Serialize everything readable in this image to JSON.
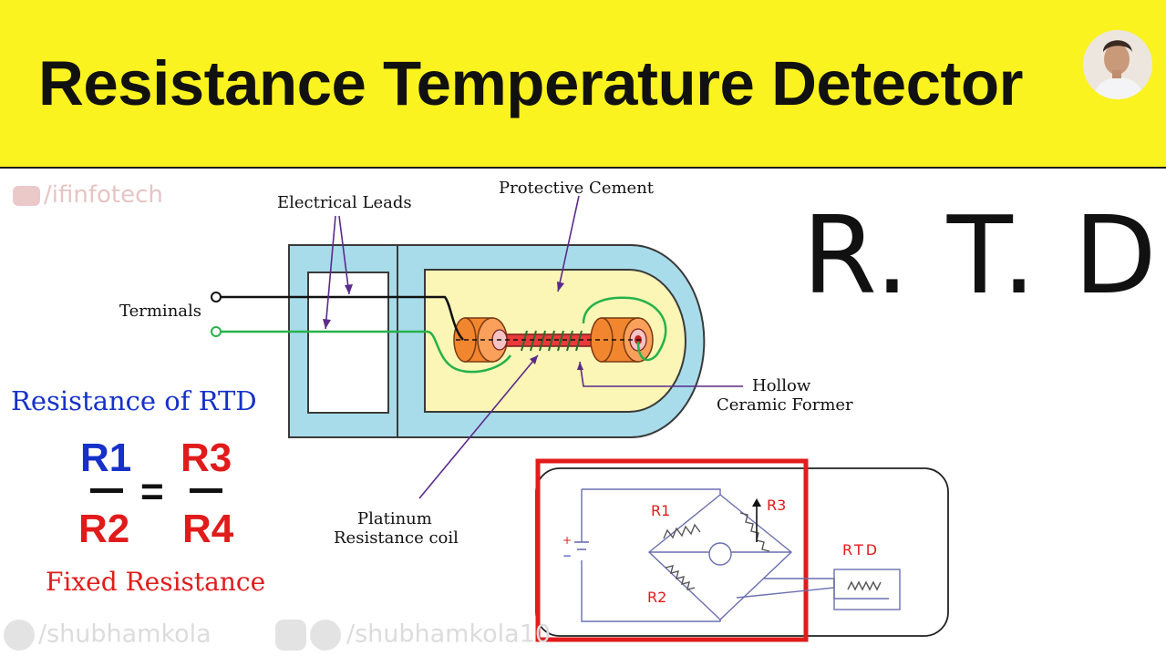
{
  "header": {
    "title": "Resistance Temperature Detector"
  },
  "watermarks": {
    "youtube": "/ifinfotech",
    "twitter": "/shubhamkola",
    "social": "/shubhamkola10"
  },
  "diagram": {
    "electrical_leads": "Electrical Leads",
    "protective_cement": "Protective Cement",
    "terminals": "Terminals",
    "hollow_line1": "Hollow",
    "hollow_line2": "Ceramic Former",
    "platinum_line1": "Platinum",
    "platinum_line2": "Resistance coil"
  },
  "rtd_big": "R. T. D",
  "formula": {
    "heading": "Resistance of RTD",
    "r1": "R1",
    "r2": "R2",
    "r3": "R3",
    "r4": "R4",
    "equals": "=",
    "footer": "Fixed Resistance"
  },
  "bridge": {
    "r1": "R1",
    "r2": "R2",
    "r3": "R3",
    "rtd": "RTD",
    "plus": "+",
    "minus": "−"
  },
  "colors": {
    "banner": "#fbf31f",
    "formula_blue": "#1631c9",
    "formula_red": "#e11b1b",
    "outer_shell": "#a8dcea",
    "inner_cement": "#fbf5b6",
    "ceramic_tube": "#f2862e",
    "lead_green": "#25b24a"
  }
}
